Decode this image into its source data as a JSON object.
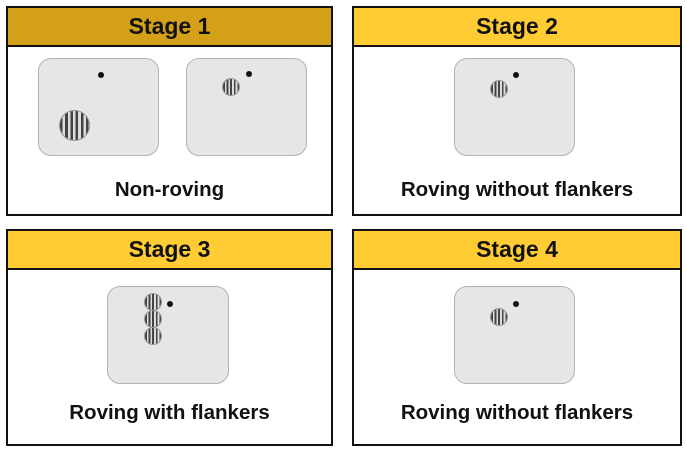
{
  "colors": {
    "stage1_header": "#d4a017",
    "header": "#ffcc33",
    "screen_bg": "#e6e6e6",
    "screen_border": "#b3b3b3",
    "grating_dark": "#444444",
    "grating_light": "#dddddd"
  },
  "stages": [
    {
      "title": "Stage 1",
      "caption": "Non-roving"
    },
    {
      "title": "Stage 2",
      "caption": "Roving without flankers"
    },
    {
      "title": "Stage 3",
      "caption": "Roving with flankers"
    },
    {
      "title": "Stage 4",
      "caption": "Roving without flankers"
    }
  ]
}
